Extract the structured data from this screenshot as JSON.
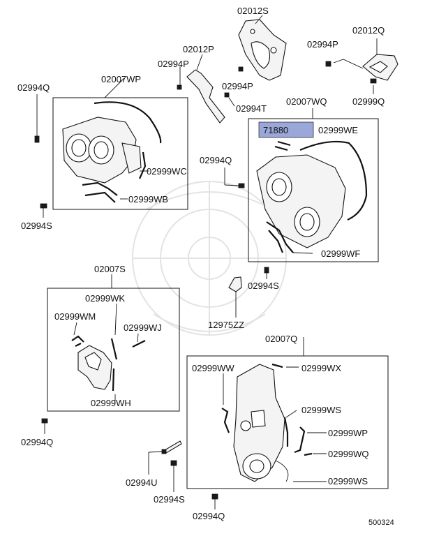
{
  "labels": {
    "c02012S": "02012S",
    "c02012Q": "02012Q",
    "c02012P": "02012P",
    "c02994P_top": "02994P",
    "c02994P_a": "02994P",
    "c02994P_b": "02994P",
    "c02994T": "02994T",
    "c02994Q_left": "02994Q",
    "c02007WP": "02007WP",
    "c02999Q": "02999Q",
    "c02007WQ": "02007WQ",
    "c71880": "71880",
    "c02999WE": "02999WE",
    "c02999WC": "02999WC",
    "c02994Q_mid": "02994Q",
    "c02999WB": "02999WB",
    "c02994S_left": "02994S",
    "c02999WF": "02999WF",
    "c02007S": "02007S",
    "c02994S_mid": "02994S",
    "c02999WK": "02999WK",
    "c02999WM": "02999WM",
    "c02999WJ": "02999WJ",
    "c12975ZZ": "12975ZZ",
    "c02007Q": "02007Q",
    "c02999WW": "02999WW",
    "c02999WX": "02999WX",
    "c02999WH": "02999WH",
    "c02999WS_a": "02999WS",
    "c02994Q_bl": "02994Q",
    "c02999WP": "02999WP",
    "c02999WQ": "02999WQ",
    "c02994U": "02994U",
    "c02999WS_b": "02999WS",
    "c02994S_bot": "02994S",
    "c02994Q_bot": "02994Q",
    "ref": "500324"
  },
  "colors": {
    "highlight": "#9aa7d8",
    "ink": "#111111",
    "watermark": "#e3e3e3"
  }
}
